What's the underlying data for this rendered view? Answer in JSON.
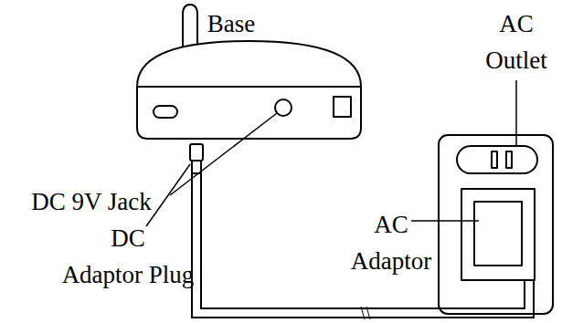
{
  "diagram": {
    "labels": [
      "Base",
      "AC Outlet",
      "DC 9V Jack",
      "DC Adaptor Plug",
      "AC Adaptor"
    ]
  }
}
